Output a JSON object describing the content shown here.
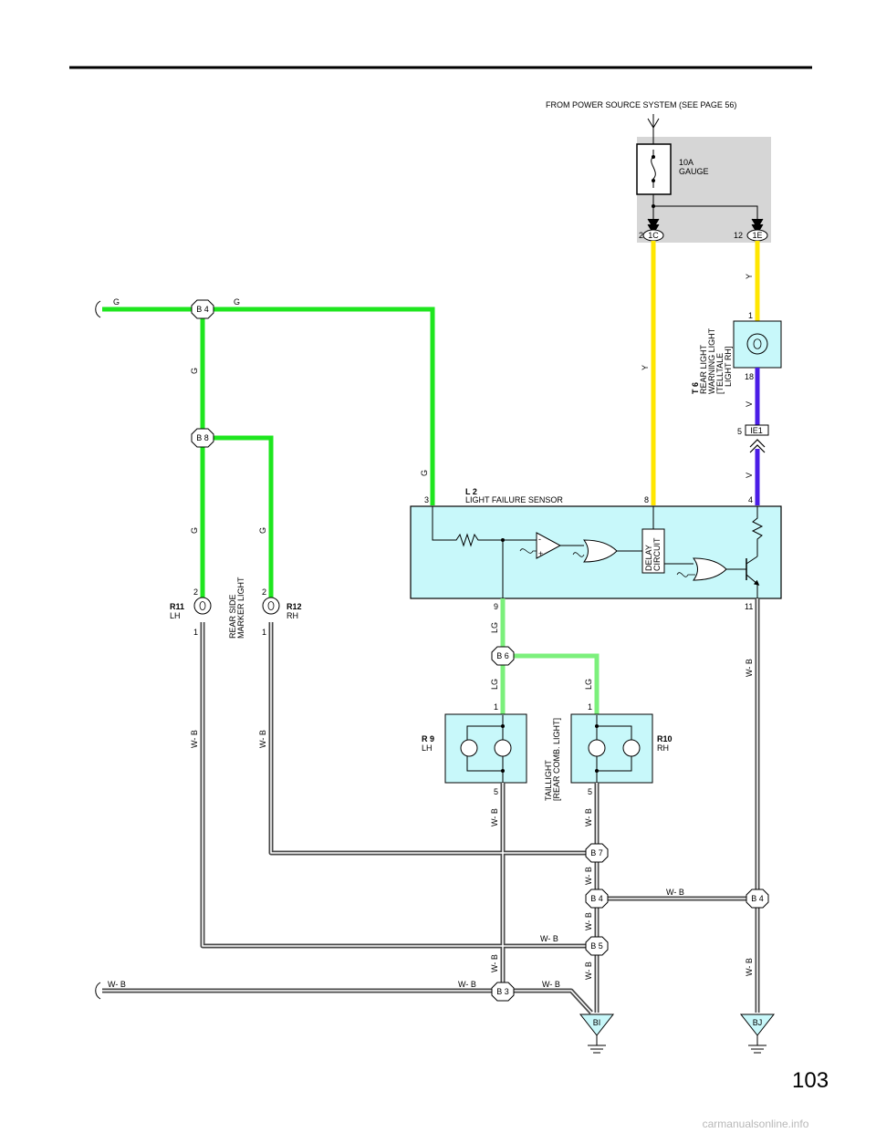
{
  "header": {
    "power_source": "FROM POWER SOURCE SYSTEM (SEE PAGE 56)",
    "page_number": "103",
    "watermark": "carmanualsonline.info"
  },
  "fuse": {
    "rating": "10A",
    "name": "GAUGE"
  },
  "connectors": {
    "c1c": "1C",
    "c1c_pin": "2",
    "c1e": "1E",
    "c1e_pin": "12",
    "ie1": "IE1",
    "ie1_pin": "5"
  },
  "splices": {
    "b4_top": "B 4",
    "b8": "B 8",
    "b6": "B 6",
    "b7": "B 7",
    "b4_low": "B 4",
    "b4_right": "B 4",
    "b5": "B 5",
    "b3": "B 3"
  },
  "grounds": {
    "bi": "BI",
    "bj": "BJ"
  },
  "components": {
    "l2": {
      "code": "L 2",
      "name": "LIGHT FAILURE SENSOR",
      "pin3": "3",
      "pin8": "8",
      "pin4": "4",
      "pin9": "9",
      "pin11": "11",
      "delay1": "DELAY",
      "delay2": "CIRCUIT"
    },
    "t6": {
      "code": "T 6",
      "line1": "REAR LIGHT",
      "line2": "WARNING LIGHT",
      "line3": "[TELLTALE",
      "line4": "LIGHT RH]",
      "pin1": "1",
      "pin18": "18"
    },
    "r11": {
      "code": "R11",
      "side": "LH",
      "pin2": "2",
      "pin1": "1"
    },
    "r12": {
      "code": "R12",
      "side": "RH",
      "pin2": "2",
      "pin1": "1"
    },
    "marker": {
      "line1": "REAR SIDE",
      "line2": "MARKER LIGHT"
    },
    "r9": {
      "code": "R 9",
      "side": "LH",
      "pin1": "1",
      "pin5": "5"
    },
    "r10": {
      "code": "R10",
      "side": "RH",
      "pin1": "1",
      "pin5": "5"
    },
    "taillight": {
      "line1": "TAILLIGHT",
      "line2": "[REAR COMB. LIGHT]"
    }
  },
  "wire_colors": {
    "g": "G",
    "y": "Y",
    "v": "V",
    "lg": "LG",
    "wb": "W- B"
  },
  "colors": {
    "green": "#1ee61e",
    "light_green": "#7cf07c",
    "yellow": "#ffe600",
    "violet": "#4a1de6",
    "wire_wb": "#4a4a4a",
    "component_fill": "#c8f8fa",
    "fuse_box_fill": "#d6d6d6"
  }
}
